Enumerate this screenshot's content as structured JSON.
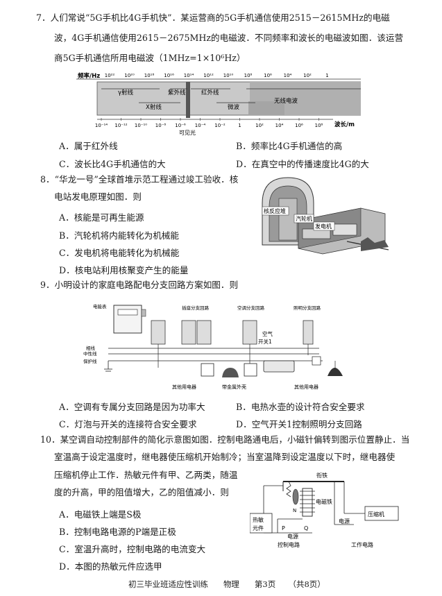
{
  "q7": {
    "line1": "7．人们常说“5G手机比4G手机快”．某运营商的5G手机通信使用2515－2615MHz的电磁",
    "line2": "波，4G手机通信使用2615－2675MHz的电磁波．不同频率和波长的电磁波如图．该运营",
    "line3": "商5G手机通信所用电磁波（1MHz=1×10⁶Hz）",
    "figure": {
      "freq_label": "频率/Hz",
      "freq_ticks": [
        "10²²",
        "10²⁰",
        "10¹⁸",
        "10¹⁶",
        "10¹⁴",
        "10¹²",
        "10¹⁰",
        "10⁸",
        "10⁶",
        "10⁴",
        "10²",
        "1"
      ],
      "wave_label": "波长/m",
      "wave_ticks": [
        "10⁻¹⁴",
        "10⁻¹²",
        "10⁻¹⁰",
        "10⁻⁸",
        "10⁻⁶",
        "10⁻⁴",
        "10⁻²",
        "1",
        "10²",
        "10⁴",
        "10⁶",
        "10⁸"
      ],
      "bands": [
        "γ射线",
        "X射线",
        "紫外线",
        "红外线",
        "微波",
        "无线电波"
      ],
      "visible_label": "可见光"
    },
    "options": {
      "A": "A．属于红外线",
      "B": "B．频率比4G手机通信的高",
      "C": "C．波长比4G手机通信的大",
      "D": "D．在真空中的传播速度比4G的大"
    }
  },
  "q8": {
    "line1": "8．“华龙一号”全球首堆示范工程通过竣工验收．核",
    "line2": "电站发电原理如图．则",
    "figure": {
      "reactor": "核反应堆",
      "turbine": "汽轮机",
      "generator": "发电机"
    },
    "options": {
      "A": "A．核能是可再生能源",
      "B": "B．汽轮机将内能转化为机械能",
      "C": "C．发电机将电能转化为机械能",
      "D": "D．核电站利用核聚变产生的能量"
    }
  },
  "q9": {
    "line1": "9．小明设计的家庭电路配电分支回路方案如图．则",
    "figure": {
      "meter": "电能表",
      "socket_branch": "插座分支回路",
      "ac_branch": "空调分支回路",
      "light_branch": "照明分支回路",
      "air_switch": "空气",
      "air_switch2": "开关1",
      "live": "相线",
      "neutral": "中性线",
      "ground": "保护线",
      "other1": "其他用电器",
      "metal_case": "带金属外壳",
      "other2": "其他用电器"
    },
    "options": {
      "A": "A．空调有专属分支回路是因为功率大",
      "B": "B．电热水壶的设计符合安全要求",
      "C": "C．灯泡与开关的连接符合安全要求",
      "D": "D．空气开关1控制照明分支回路"
    }
  },
  "q10": {
    "line1": "10．某空调自动控制部件的简化示意图如图．控制电路通电后，小磁针偏转到图示位置静止．当",
    "line2": "室温高于设定温度时，继电器使压缩机开始制冷；当室温降到设定温度以下时，继电器使",
    "line3": "压缩机停止工作．热敏元件有甲、乙两类，随温",
    "line4": "度的升高，甲的阻值增大，乙的阻值减小．则",
    "figure": {
      "armature": "衔铁",
      "electromagnet": "电磁铁",
      "needle_n": "N",
      "thermal": "热敏",
      "thermal2": "元件",
      "p": "P",
      "q": "Q",
      "power1": "电源",
      "power2": "电源",
      "compressor": "压缩机",
      "control": "控制电路",
      "work": "工作电路"
    },
    "options": {
      "A": "A．电磁铁上端是S极",
      "B": "B．控制电路电源的P端是正极",
      "C": "C．室温升高时，控制电路的电流变大",
      "D": "D．本图的热敏元件应选甲"
    }
  },
  "footer": {
    "title": "初三毕业班适应性训练",
    "subject": "物理",
    "page": "第3页",
    "total": "（共8页）"
  }
}
